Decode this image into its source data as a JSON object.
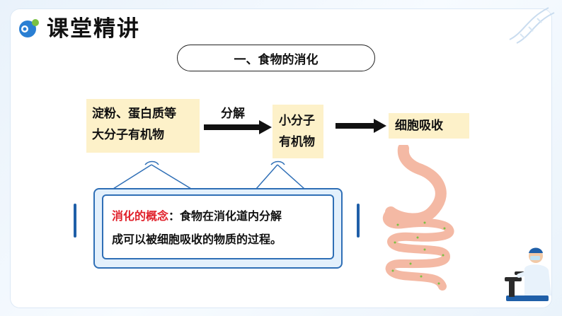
{
  "header": {
    "title": "课堂精讲",
    "logo_icon": "brand-logo-icon"
  },
  "section": {
    "heading": "一、食物的消化"
  },
  "flow": {
    "box1_line1": "淀粉、蛋白质等",
    "box1_line2": "大分子有机物",
    "arrow1_label": "分解",
    "box2_line1": "小分子",
    "box2_line2": "有机物",
    "box3": "细胞吸收"
  },
  "concept": {
    "term": "消化的概念",
    "separator": "：",
    "text_line1": "食物在消化道内分解",
    "text_line2": "成可以被细胞吸收的物质的过程。"
  },
  "colors": {
    "accent_blue": "#2f6fb6",
    "box_fill": "#fdf1c9",
    "term_red": "#e0202a",
    "stomach_pink": "#f4b9a4"
  },
  "icons": [
    "brand-logo-icon",
    "dna-decoration-icon",
    "stomach-intestine-illustration",
    "scientist-microscope-illustration"
  ]
}
